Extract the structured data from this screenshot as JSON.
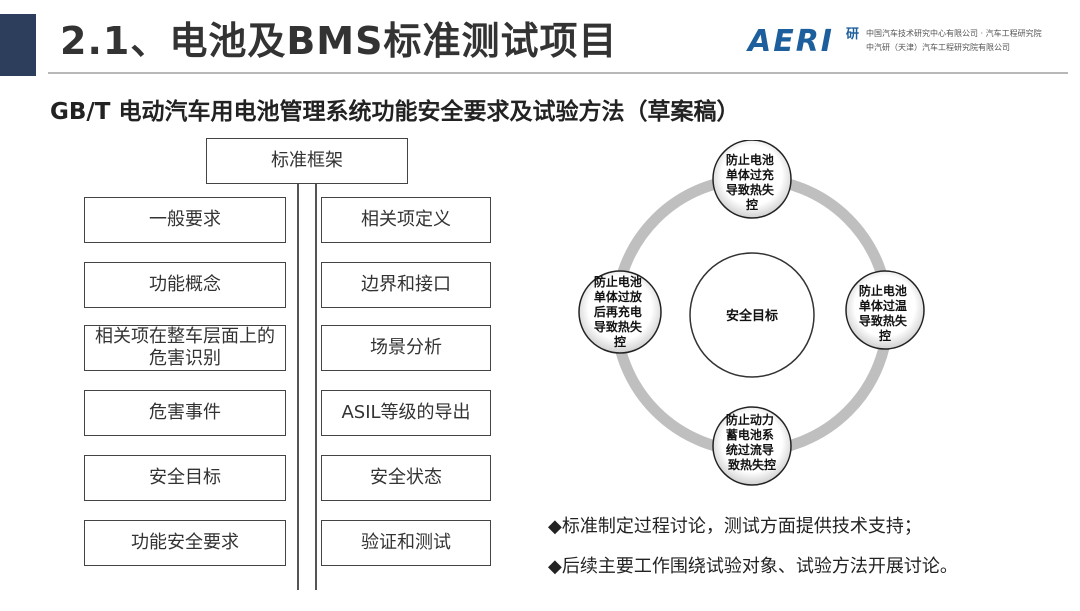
{
  "header": {
    "title": "2.1、电池及BMS标准测试项目",
    "logo_text": "AERI",
    "logo_side": "研",
    "logo_line1": "中国汽车技术研究中心有限公司 · 汽车工程研究院",
    "logo_line2": "中汽研（天津）汽车工程研究院有限公司"
  },
  "subtitle": "GB/T 电动汽车用电池管理系统功能安全要求及试验方法（草案稿）",
  "framework": {
    "root": "标准框架",
    "left": [
      "一般要求",
      "功能概念",
      "相关项在整车层面上的危害识别",
      "危害事件",
      "安全目标",
      "功能安全要求"
    ],
    "right": [
      "相关项定义",
      "边界和接口",
      "场景分析",
      "ASIL等级的导出",
      "安全状态",
      "验证和测试"
    ]
  },
  "cycle": {
    "center": "安全目标",
    "top": "防止电池单体过充导致热失控",
    "right": "防止电池单体过温导致热失控",
    "bottom": "防止动力蓄电池系统过流导致热失控",
    "left": "防止电池单体过放后再充电导致热失控"
  },
  "bullets": [
    "◆标准制定过程讨论，测试方面提供技术支持；",
    "◆后续主要工作围绕试验对象、试验方法开展讨论。"
  ]
}
